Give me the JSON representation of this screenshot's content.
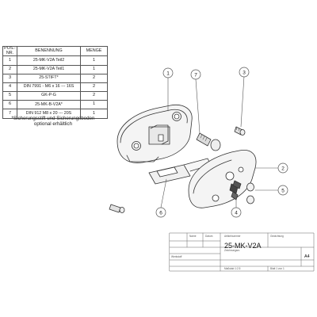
{
  "table": {
    "headers": {
      "pos": "POS.-NR.",
      "name": "BENENNUNG",
      "qty": "MENGE"
    },
    "rows": [
      {
        "pos": "1",
        "name": "25-MK-V2A Teil2",
        "qty": "1"
      },
      {
        "pos": "2",
        "name": "25-MK-V2A Teil1",
        "qty": "1"
      },
      {
        "pos": "3",
        "name": "25-STIFT*",
        "qty": "2"
      },
      {
        "pos": "4",
        "name": "DIN 7991 - M6 x 16 --- 16S",
        "qty": "2"
      },
      {
        "pos": "5",
        "name": "GK-P-G",
        "qty": "2"
      },
      {
        "pos": "6",
        "name": "25-MK-B-V2A*",
        "qty": "1"
      },
      {
        "pos": "7",
        "name": "DIN 912 M8 x 20 --- 20S",
        "qty": "1"
      }
    ]
  },
  "note": "*Sicherungsstift und Sicherungsboden optional erhältlich",
  "balloons": [
    "1",
    "2",
    "3",
    "4",
    "5",
    "6",
    "7"
  ],
  "title_block": {
    "title": "25-MK-V2A",
    "sheet_size": "A4",
    "small_labels": [
      "Artikelnummer",
      "Gewichtung",
      "Zeichnungsnr.",
      "Name",
      "Datum",
      "Werkstoff",
      "Blatt 1 von 1",
      "Maßstab 1:2.5"
    ]
  },
  "colors": {
    "line": "#333333",
    "fill": "#f4f4f4",
    "balloon": "#555555"
  }
}
